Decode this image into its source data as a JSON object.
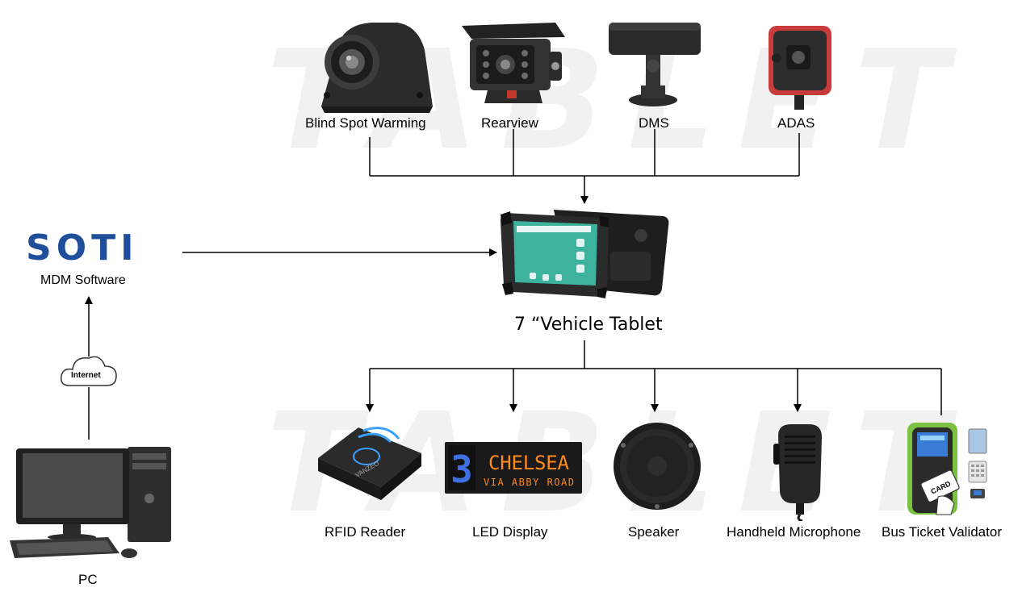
{
  "watermark": "TABLET",
  "top_devices": [
    {
      "label": "Blind Spot Warming"
    },
    {
      "label": "Rearview"
    },
    {
      "label": "DMS"
    },
    {
      "label": "ADAS"
    }
  ],
  "center": {
    "label": "7 “Vehicle Tablet"
  },
  "soti": {
    "logo": "SOTI",
    "label": "MDM Software"
  },
  "internet": {
    "label": "Internet"
  },
  "pc": {
    "label": "PC"
  },
  "bottom_devices": [
    {
      "label": "RFID Reader",
      "brand": "VANZEO"
    },
    {
      "label": "LED Display",
      "number": "3",
      "line1": "CHELSEA",
      "line2": "VIA ABBY ROAD"
    },
    {
      "label": "Speaker"
    },
    {
      "label": "Handheld Microphone"
    },
    {
      "label": "Bus Ticket Validator",
      "card": "CARD"
    }
  ],
  "colors": {
    "soti_blue": "#1f4e9a",
    "led_orange": "#ff8a1e",
    "led_blue": "#3d6fe0",
    "validator_green": "#7cc242",
    "tablet_screen": "#3db39e"
  }
}
